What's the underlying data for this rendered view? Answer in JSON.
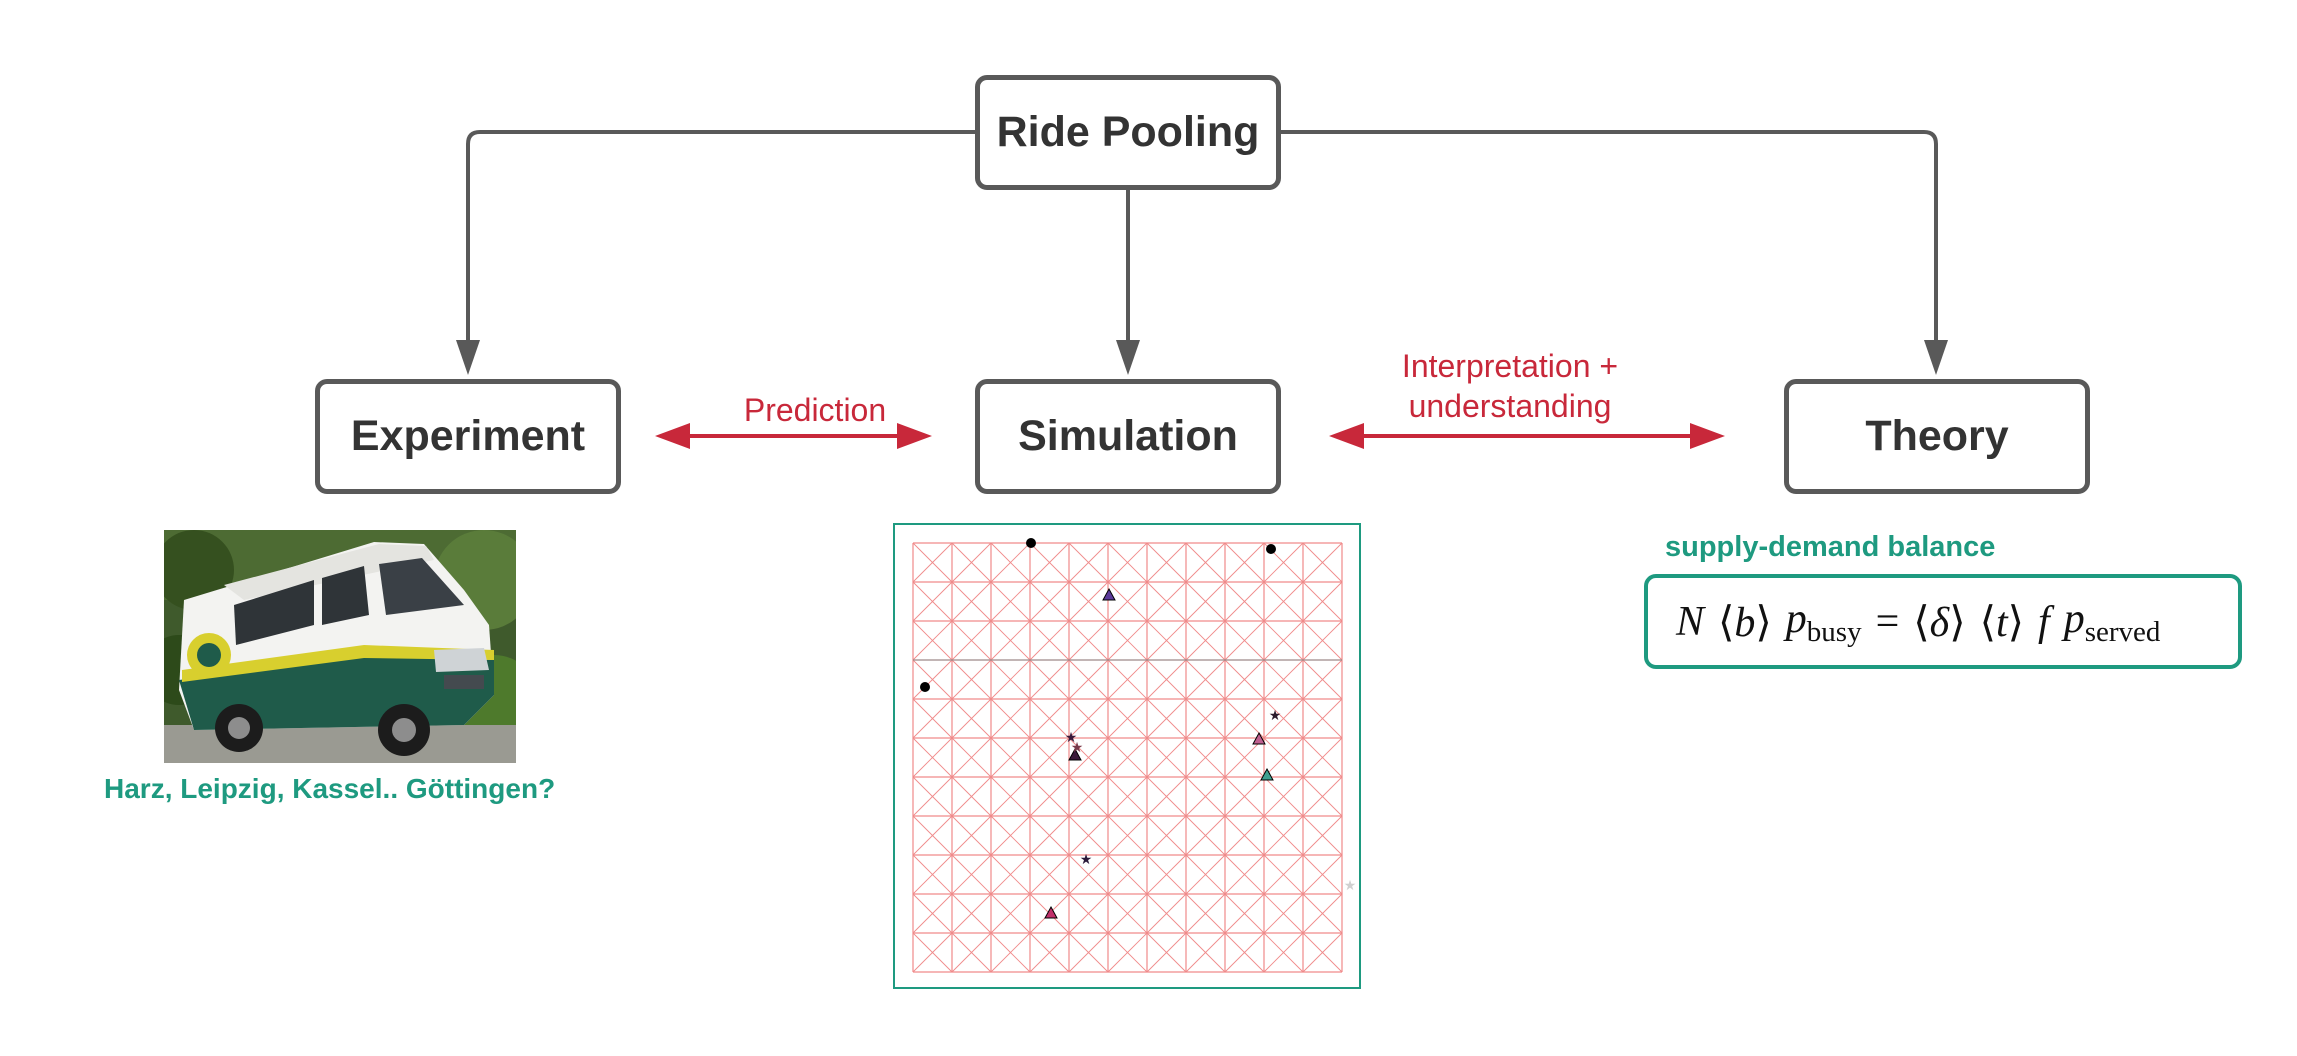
{
  "boxes": {
    "ride_pooling": "Ride Pooling",
    "experiment": "Experiment",
    "simulation": "Simulation",
    "theory": "Theory"
  },
  "arrows": {
    "prediction": "Prediction",
    "interpretation_line1": "Interpretation +",
    "interpretation_line2": "understanding"
  },
  "experiment_caption": "Harz, Leipzig, Kassel.. Göttingen?",
  "theory_caption": "supply-demand balance",
  "formula": {
    "N": "N",
    "b": "b",
    "p": "p",
    "busy": "busy",
    "equals": "=",
    "delta": "δ",
    "t": "t",
    "f": "f",
    "served": "served"
  },
  "colors": {
    "box_border": "#595959",
    "arrow_red": "#c8283a",
    "accent_green": "#1e9a80",
    "grid_red": "#f08a8a"
  },
  "icons": {
    "photo": "minibus-photo",
    "simulation": "grid-network-simulation"
  }
}
